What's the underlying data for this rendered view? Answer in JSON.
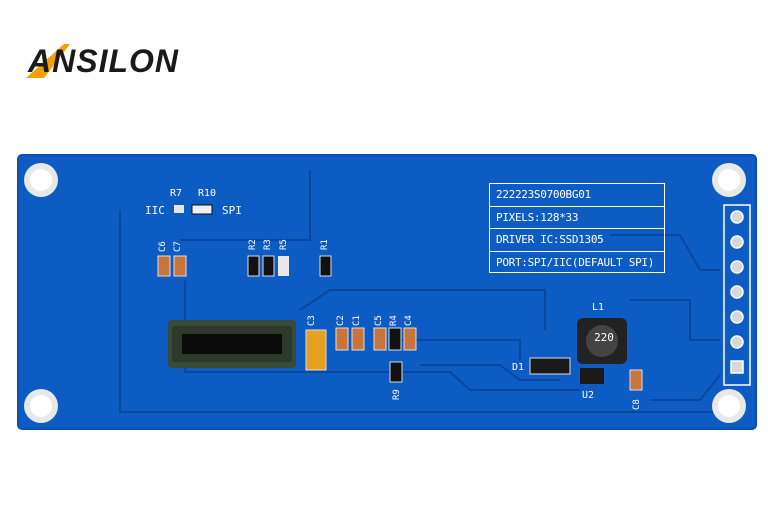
{
  "brand": {
    "logo_text": "ANSILON"
  },
  "colors": {
    "pcb": "#0d5cc4",
    "pcb_edge": "#0a4fae",
    "trace": "#0846a0",
    "silkscreen": "#ffffff",
    "pad": "#d8d8d8",
    "brand_text": "#1a1a1a",
    "brand_accent": "#f5a000"
  },
  "info_table": {
    "part_number": "222223S0700BG01",
    "pixels": "PIXELS:128*33",
    "driver": "DRIVER IC:SSD1305",
    "port": "PORT:SPI/IIC(DEFAULT SPI)"
  },
  "labels": {
    "iic": "IIC",
    "spi": "SPI",
    "r7": "R7",
    "r10": "R10",
    "c6": "C6",
    "c7": "C7",
    "r2": "R2",
    "r3": "R3",
    "r5": "R5",
    "r1": "R1",
    "c3": "C3",
    "c2": "C2",
    "c1": "C1",
    "c5": "C5",
    "r4": "R4",
    "c4": "C4",
    "r9": "R9",
    "l1": "L1",
    "d1": "D1",
    "u2": "U2",
    "c8": "C8",
    "inductor_value": "220"
  }
}
